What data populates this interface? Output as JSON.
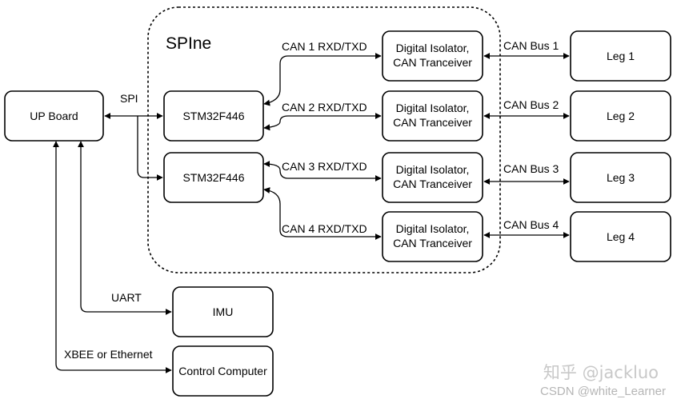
{
  "region": {
    "title": "SPIne"
  },
  "nodes": {
    "up_board": "UP Board",
    "stm_1": "STM32F446",
    "stm_2": "STM32F446",
    "iso_1": [
      "Digital Isolator,",
      "CAN Tranceiver"
    ],
    "iso_2": [
      "Digital Isolator,",
      "CAN Tranceiver"
    ],
    "iso_3": [
      "Digital Isolator,",
      "CAN Tranceiver"
    ],
    "iso_4": [
      "Digital Isolator,",
      "CAN Tranceiver"
    ],
    "leg_1": "Leg 1",
    "leg_2": "Leg 2",
    "leg_3": "Leg 3",
    "leg_4": "Leg 4",
    "imu": "IMU",
    "control_computer": "Control Computer"
  },
  "edges": {
    "spi": "SPI",
    "can_rxd_1": "CAN 1 RXD/TXD",
    "can_rxd_2": "CAN 2 RXD/TXD",
    "can_rxd_3": "CAN 3 RXD/TXD",
    "can_rxd_4": "CAN 4 RXD/TXD",
    "can_bus_1": "CAN Bus 1",
    "can_bus_2": "CAN Bus 2",
    "can_bus_3": "CAN Bus 3",
    "can_bus_4": "CAN Bus 4",
    "uart": "UART",
    "xbee": "XBEE or Ethernet"
  },
  "watermark": {
    "main": "知乎 @jackluo",
    "sub": "CSDN @white_Learner"
  }
}
